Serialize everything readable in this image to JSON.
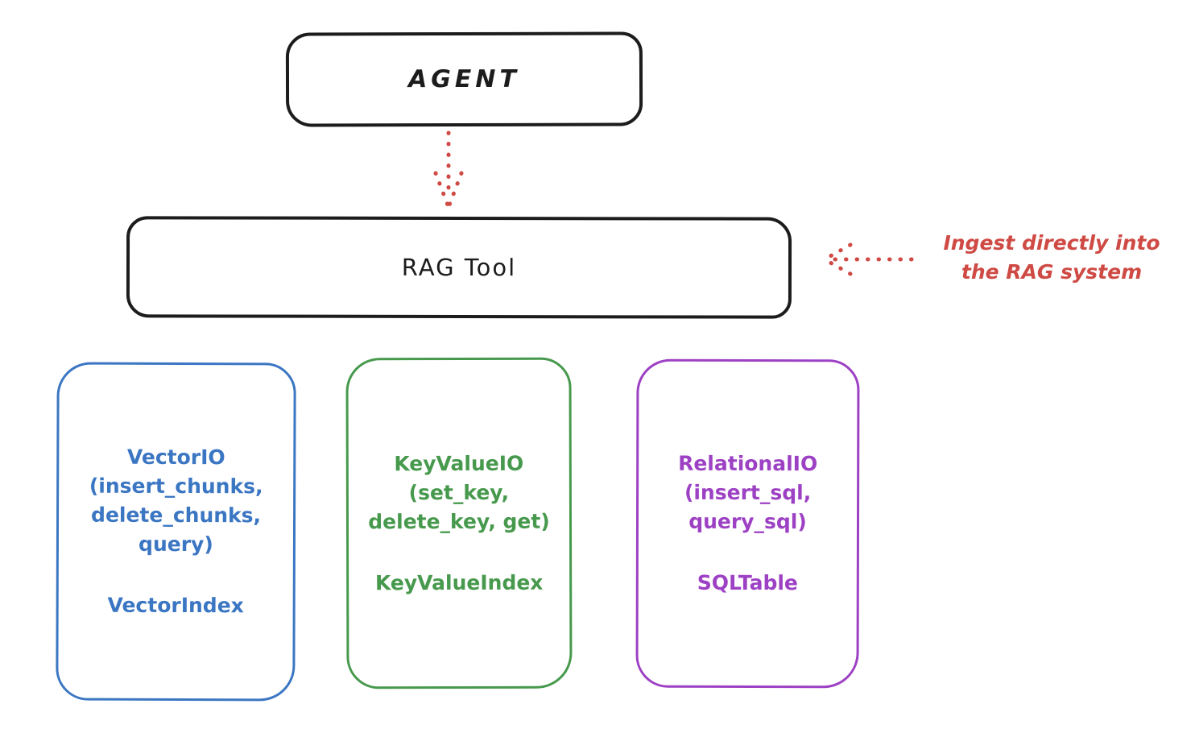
{
  "diagram": {
    "agent": {
      "label": "AGENT"
    },
    "rag": {
      "label": "RAG Tool"
    },
    "annotation": {
      "line1": "Ingest directly into",
      "line2": "the RAG system",
      "color": "#cf4a44"
    },
    "io_boxes": [
      {
        "name": "vector-io",
        "color": "#3b76c3",
        "lines": [
          "VectorIO",
          "(insert_chunks,",
          "delete_chunks,",
          "query)"
        ],
        "index_label": "VectorIndex"
      },
      {
        "name": "keyvalue-io",
        "color": "#47994d",
        "lines": [
          "KeyValueIO",
          "(set_key,",
          "delete_key, get)"
        ],
        "index_label": "KeyValueIndex"
      },
      {
        "name": "relational-io",
        "color": "#9d41c4",
        "lines": [
          "RelationalIO",
          "(insert_sql,",
          "query_sql)"
        ],
        "index_label": "SQLTable"
      }
    ],
    "colors": {
      "box_stroke": "#1c1c1c",
      "background": "#ffffff",
      "arrow_red": "#cf4a44"
    }
  }
}
